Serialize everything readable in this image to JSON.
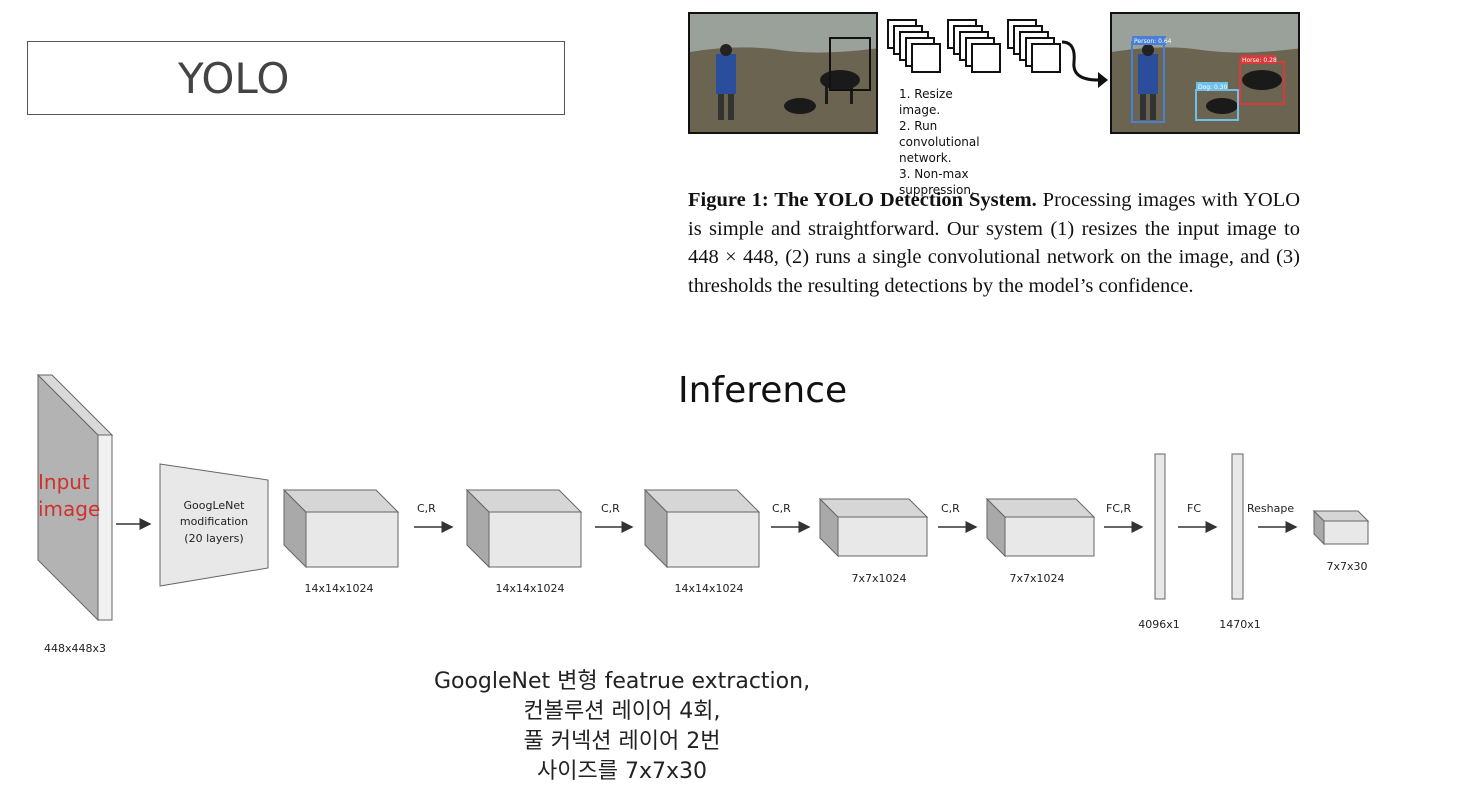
{
  "slide": {
    "title": "YOLO"
  },
  "figure": {
    "steps": [
      "1. Resize image.",
      "2. Run convolutional network.",
      "3. Non-max suppression."
    ],
    "detections": [
      {
        "label": "Person: 0.64",
        "color": "#4a7fd6"
      },
      {
        "label": "Dog: 0.30",
        "color": "#6fc0e8"
      },
      {
        "label": "Horse: 0.28",
        "color": "#d63b3b"
      }
    ],
    "caption_bold": "Figure 1:  The YOLO Detection System.",
    "caption_text": " Processing images with YOLO is simple and straightforward. Our system (1) resizes the input image to 448 × 448, (2) runs a single convolutional network on the image, and (3) thresholds the resulting detections by the model’s confidence."
  },
  "architecture": {
    "title": "Inference",
    "input_label_lines": [
      "Input",
      "image"
    ],
    "input_size": "448x448x3",
    "googlenet_lines": [
      "GoogLeNet",
      "modification",
      "(20 layers)"
    ],
    "blocks": [
      {
        "size": "14x14x1024"
      },
      {
        "size": "14x14x1024"
      },
      {
        "size": "14x14x1024"
      },
      {
        "size": "7x7x1024"
      },
      {
        "size": "7x7x1024"
      }
    ],
    "ops": [
      "C,R",
      "C,R",
      "C,R",
      "C,R",
      "FC,R",
      "FC",
      "Reshape"
    ],
    "fc_layers": [
      {
        "size": "4096x1"
      },
      {
        "size": "1470x1"
      }
    ],
    "output_size": "7x7x30",
    "colors": {
      "input_red": "#d0312d",
      "block_fill": "#e8e8e8",
      "block_side": "#a9a9a9"
    }
  },
  "notes": [
    "GoogleNet 변형 featrue extraction,",
    "컨볼루션 레이어 4회,",
    "풀 커넥션 레이어 2번",
    "사이즈를 7x7x30"
  ]
}
